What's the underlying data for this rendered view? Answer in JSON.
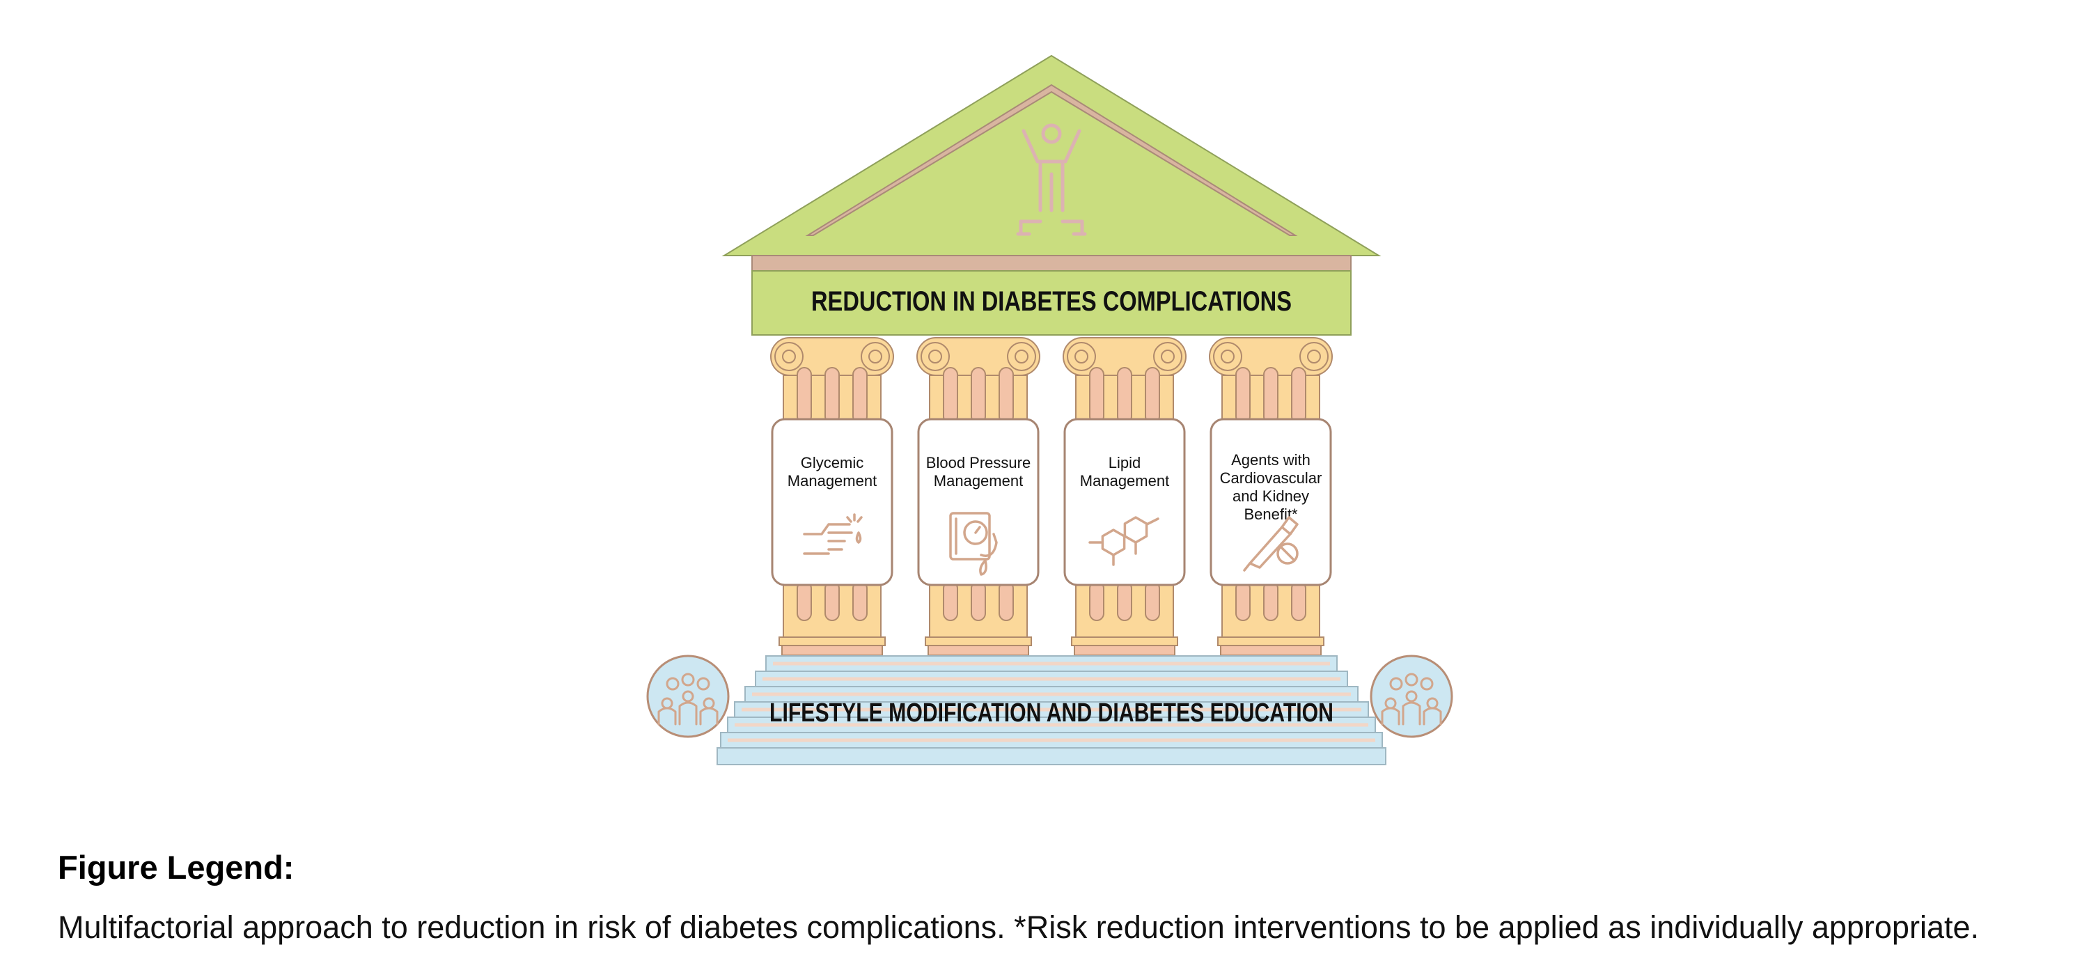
{
  "roof": {
    "title": "REDUCTION IN DIABETES COMPLICATIONS"
  },
  "base": {
    "title": "LIFESTYLE MODIFICATION AND DIABETES EDUCATION"
  },
  "pillars": [
    {
      "label_lines": [
        "Glycemic",
        "Management"
      ],
      "icon": "finger-prick-icon"
    },
    {
      "label_lines": [
        "Blood Pressure",
        "Management"
      ],
      "icon": "blood-pressure-monitor-icon"
    },
    {
      "label_lines": [
        "Lipid",
        "Management"
      ],
      "icon": "molecule-icon"
    },
    {
      "label_lines": [
        "Agents with",
        "Cardiovascular",
        "and Kidney",
        "Benefit*"
      ],
      "icon": "pen-and-pill-icon"
    }
  ],
  "side_icons": [
    "people-group-icon",
    "people-group-icon"
  ],
  "legend": {
    "title": "Figure Legend:",
    "text": "Multifactorial approach to reduction in risk of diabetes complications. *Risk reduction interventions to be applied as individually appropriate."
  },
  "colors": {
    "roof_fill": "#c9dd7f",
    "roof_stroke": "#8fa05a",
    "roof_band": "#d9b5a0",
    "pillar_fill": "#fbd89a",
    "pillar_stroke": "#b08a6c",
    "pillar_flute": "#f3c3a8",
    "card_stroke": "#a78572",
    "icon_stroke": "#d2a68c",
    "figure_stroke": "#dcb2b2",
    "step_fill": "#cde7f2",
    "step_stripe": "#f2d6c6",
    "side_circle_fill": "#cde7f2",
    "side_circle_stroke": "#b88e76",
    "text": "#111111"
  }
}
